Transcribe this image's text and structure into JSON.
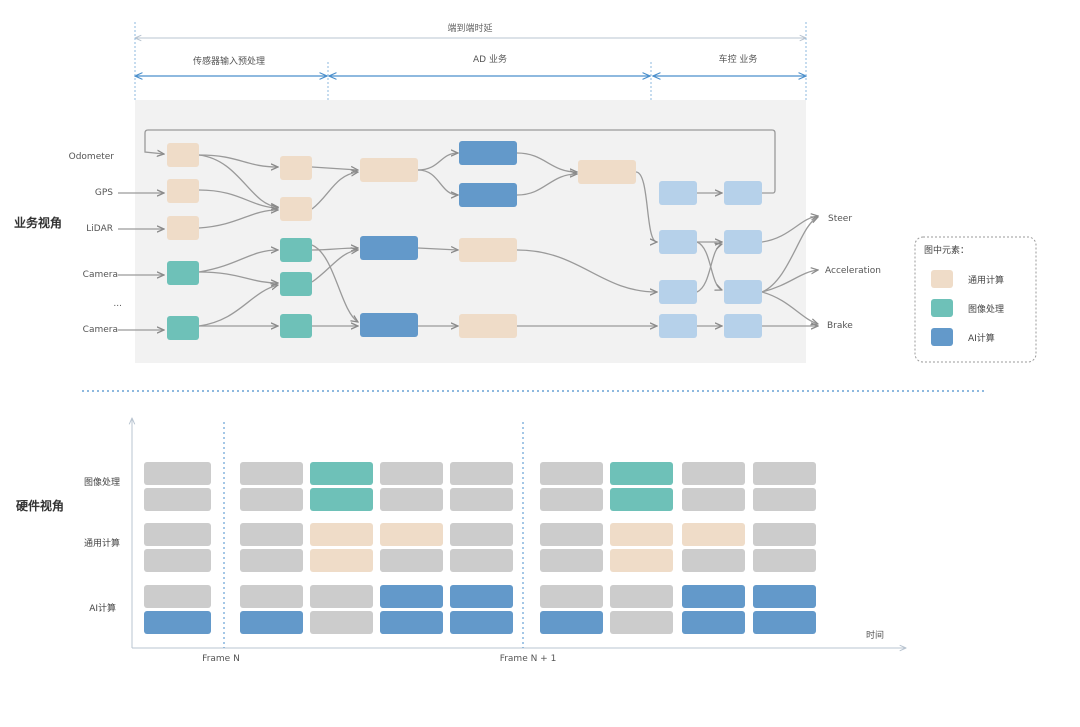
{
  "colors": {
    "general_compute": "#EFDCC8",
    "image_processing": "#6EC1B8",
    "ai_compute": "#6399CA",
    "vehicle_control": "#B6D1EA",
    "idle": "#CCCCCC",
    "panel_bg": "#F2F2F2",
    "accent_line": "#4A8FCC",
    "guide_line": "#8EB8DF",
    "arrow": "#9A9A9A",
    "text": "#555555"
  },
  "top": {
    "end_to_end_label": "端到端时延",
    "phases": [
      {
        "label": "传感器输入预处理"
      },
      {
        "label": "AD 业务"
      },
      {
        "label": "车控 业务"
      }
    ]
  },
  "business_view": {
    "title": "业务视角",
    "inputs": [
      "Odometer",
      "GPS",
      "LiDAR",
      "Camera",
      "...",
      "Camera"
    ],
    "outputs": [
      "Steer",
      "Acceleration",
      "Brake"
    ]
  },
  "legend": {
    "title": "图中元素：",
    "items": [
      {
        "label": "通用计算",
        "color_key": "general_compute"
      },
      {
        "label": "图像处理",
        "color_key": "image_processing"
      },
      {
        "label": "AI计算",
        "color_key": "ai_compute"
      }
    ]
  },
  "hardware_view": {
    "title": "硬件视角",
    "rows": [
      {
        "label": "图像处理",
        "color_key": "image_processing"
      },
      {
        "label": "通用计算",
        "color_key": "general_compute"
      },
      {
        "label": "AI计算",
        "color_key": "ai_compute"
      }
    ],
    "time_label": "时间",
    "frames": [
      "Frame N",
      "Frame N + 1"
    ]
  }
}
